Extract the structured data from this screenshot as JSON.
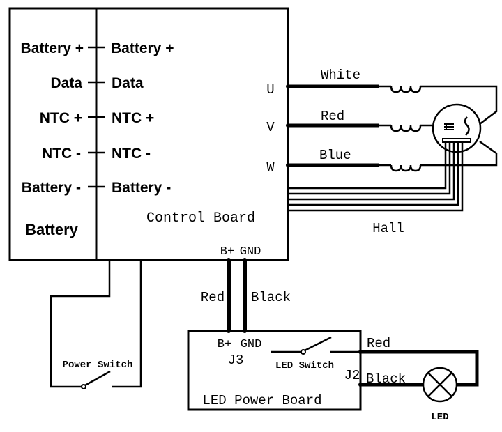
{
  "battery": {
    "title": "Battery",
    "pins": [
      "Battery +",
      "Data",
      "NTC +",
      "NTC -",
      "Battery -"
    ]
  },
  "control_board": {
    "title": "Control Board",
    "pins": [
      "Battery +",
      "Data",
      "NTC +",
      "NTC -",
      "Battery -"
    ],
    "phase_labels": [
      "U",
      "V",
      "W"
    ],
    "power_out": {
      "bplus": "B+",
      "gnd": "GND"
    }
  },
  "motor": {
    "phase_wires": [
      "White",
      "Red",
      "Blue"
    ],
    "hall_label": "Hall"
  },
  "power_link": {
    "bplus_wire": "Red",
    "gnd_wire": "Black"
  },
  "power_switch": {
    "label": "Power Switch"
  },
  "led_power_board": {
    "title": "LED Power Board",
    "j3": "J3",
    "j3_bplus": "B+",
    "j3_gnd": "GND",
    "switch_label": "LED Switch",
    "j2": "J2",
    "j2_red": "Red",
    "j2_black": "Black"
  },
  "led": {
    "label": "LED"
  }
}
